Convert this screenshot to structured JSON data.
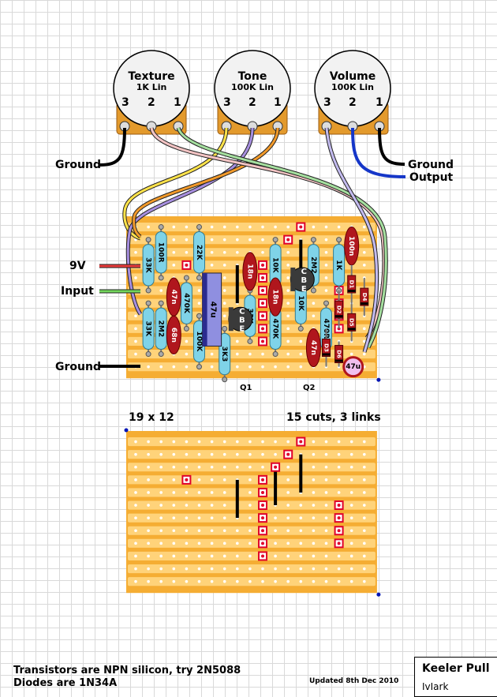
{
  "pots": [
    {
      "name": "Texture",
      "value": "1K Lin",
      "pins": [
        "3",
        "2",
        "1"
      ]
    },
    {
      "name": "Tone",
      "value": "100K Lin",
      "pins": [
        "3",
        "2",
        "1"
      ]
    },
    {
      "name": "Volume",
      "value": "100K Lin",
      "pins": [
        "3",
        "2",
        "1"
      ]
    }
  ],
  "labels": {
    "ground_left_top": "Ground",
    "ground_right": "Ground",
    "output": "Output",
    "power": "9V",
    "input": "Input",
    "ground_left_bottom": "Ground",
    "q1": "Q1",
    "q2": "Q2",
    "board_size": "19 x 12",
    "cuts_links": "15 cuts, 3 links"
  },
  "components": {
    "resistors": [
      "100R",
      "33K",
      "22K",
      "470K",
      "33K",
      "2M2",
      "100K",
      "3K3",
      "33K",
      "10K",
      "470K",
      "10K",
      "2M2",
      "1K",
      "470R"
    ],
    "capacitors": [
      "18n",
      "47n",
      "68n",
      "18n",
      "47n",
      "100n"
    ],
    "electrolytics": [
      "47u",
      "47u"
    ],
    "diodes": [
      "D1",
      "D2",
      "D3",
      "D4",
      "D5",
      "D6"
    ],
    "transistor_pins": [
      "C",
      "B",
      "E"
    ]
  },
  "notes": {
    "transistors": "Transistors are NPN silicon, try 2N5088",
    "diodes": "Diodes are 1N34A",
    "updated": "Updated 8th Dec 2010"
  },
  "title": {
    "name": "Keeler Pull",
    "author": "IvIark"
  },
  "colors": {
    "board": "#f5ad33",
    "strip_light": "#ffd37a",
    "resistor": "#7fd3e8",
    "capacitor": "#b0161d",
    "pot_body": "#e39a2c",
    "cut": "#e0002b"
  }
}
